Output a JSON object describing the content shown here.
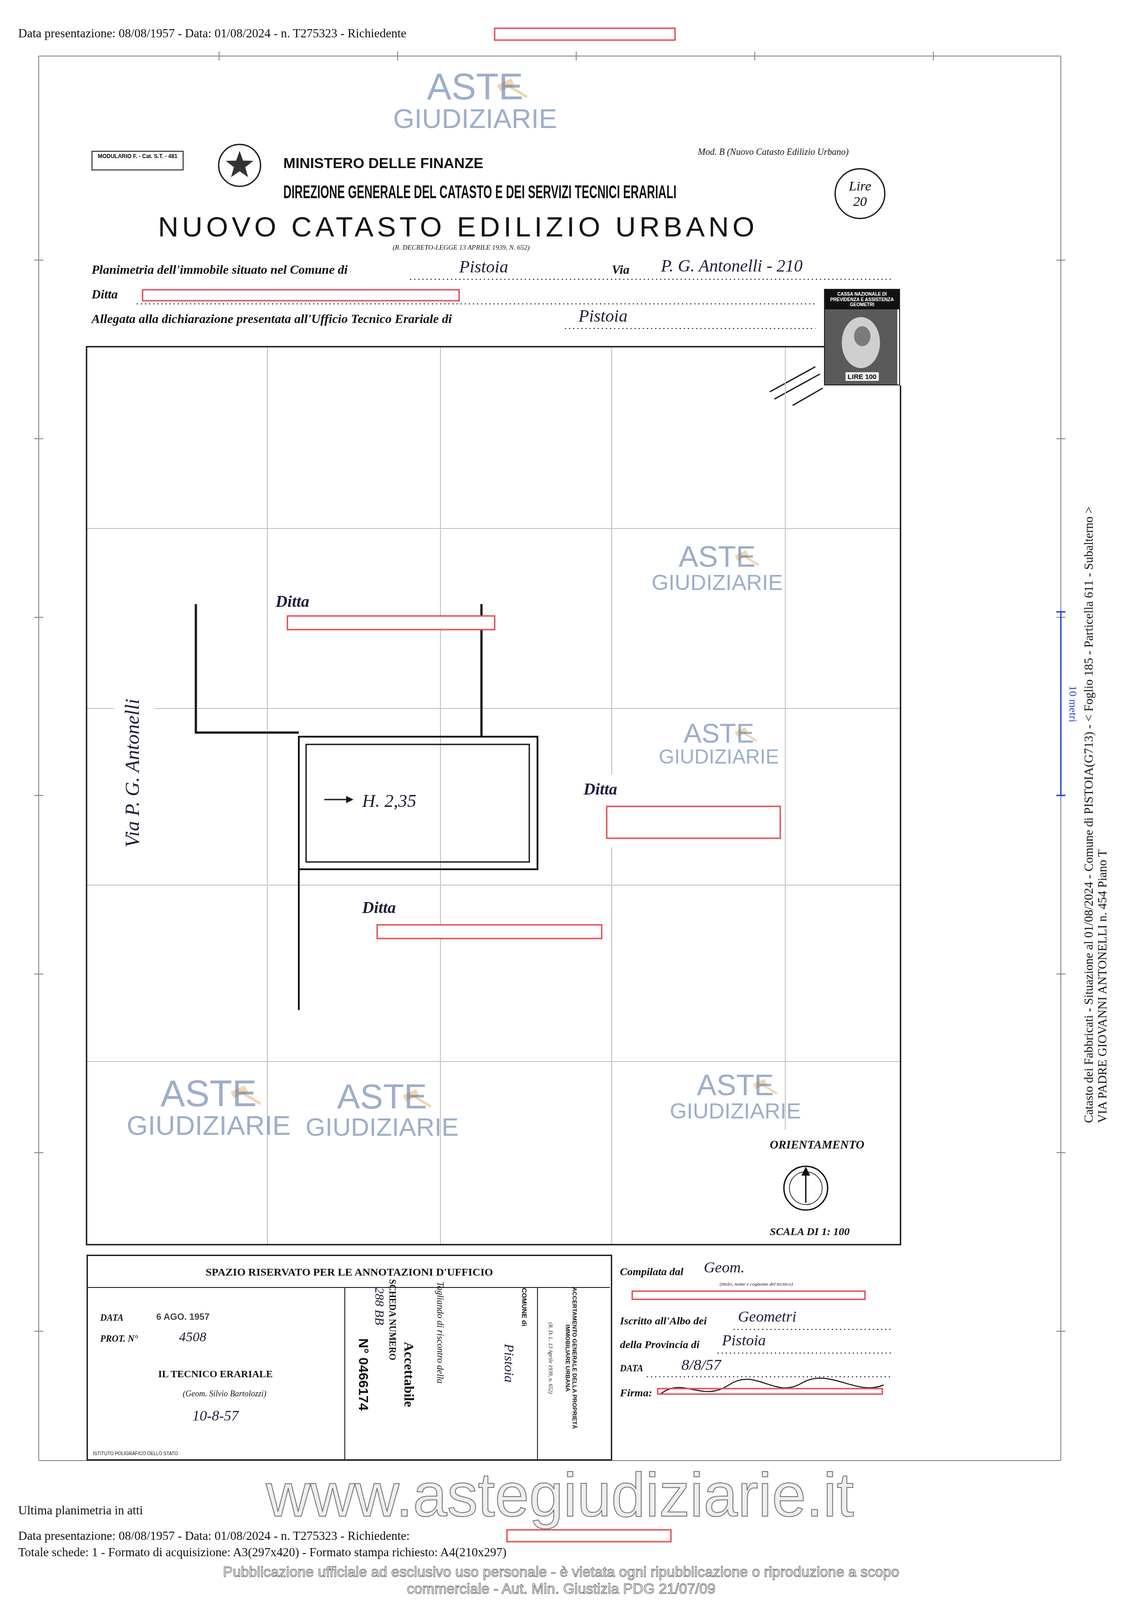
{
  "diagram": {
    "title": "NUOVO CATASTO EDILIZIO URBANO",
    "nodes": [
      {
        "text": [
          "MODULARIO F. - Cat. S.T. - 481"
        ]
      },
      {
        "text": [
          "Lire 20"
        ]
      },
      {
        "text": [
          "CASSA NAZIONALE DI PREVIDENZA E ASSISTENZA GEOMETRI",
          "LIRE 100"
        ]
      },
      {
        "text": [
          "H. 2,35"
        ]
      },
      {
        "text": [
          "SPAZIO RISERVATO PER LE ANNOTAZIONI D'UFFICIO",
          "DATA",
          "6 AGO. 1957",
          "PROT. N°",
          "4508",
          "IL TECNICO ERARIALE",
          "(Geom. Silvio Bartolozzi)",
          "10-8-57",
          "ISTITUTO POLIGRAFICO DELLO STATO",
          "N° 0466174",
          "SCHEDA NUMERO",
          "288 BB",
          "Accettabile",
          "Tagliando di riscontro della",
          "COMUNE di",
          "Pistoia",
          "ACCERTAMENTO GENERALE DELLA PROPRIETÀ IMMOBILIARE URBANA",
          "(R. D. L. 13 Aprile 1939, n. 652)"
        ]
      }
    ],
    "labels": [
      "Data presentazione: 08/08/1957 - Data: 01/08/2024 - n. T275323 - Richiedente",
      "MINISTERO DELLE FINANZE",
      "DIREZIONE GENERALE DEL CATASTO E DEI SERVIZI TECNICI ERARIALI",
      "Mod. B (Nuovo Catasto Edilizio Urbano)",
      "(R. DECRETO-LEGGE 13 APRILE 1939, N. 652)",
      "Planimetria dell'immobile situato nel Comune di",
      "Pistoia",
      "Via",
      "P. G. Antonelli - 210",
      "Ditta",
      "Allegata alla dichiarazione presentata all'Ufficio Tecnico Erariale di",
      "Pistoia",
      "Ditta",
      "Ditta",
      "Ditta",
      "Via P. G. Antonelli",
      "ORIENTAMENTO",
      "SCALA DI 1: 100",
      "Compilata dal",
      "Geom.",
      "(titolo, nome e cognome del tecnico)",
      "Iscritto all'Albo dei",
      "Geometri",
      "della Provincia di",
      "Pistoia",
      "DATA",
      "8/8/57",
      "Firma:",
      "Ultima planimetria in atti",
      "Data presentazione: 08/08/1957 - Data: 01/08/2024 - n. T275323 - Richiedente:",
      "Totale schede: 1 - Formato di acquisizione: A3(297x420) - Formato stampa richiesto: A4(210x297)",
      "Catasto dei Fabbricati - Situazione al 01/08/2024 - Comune di PISTOIA(G713) - < Foglio 185 - Particella 611 - Subalterno >",
      "VIA PADRE GIOVANNI ANTONELLI n. 454 Piano T",
      "10 metri",
      "ASTE GIUDIZIARIE",
      "ASTE GIUDIZIARIE",
      "ASTE GIUDIZIARIE",
      "ASTE GIUDIZIARIE",
      "ASTE GIUDIZIARIE",
      "ASTE GIUDIZIARIE",
      "www.astegiudiziarie.it",
      "Pubblicazione ufficiale ad esclusivo uso personale - è vietata ogni ripubblicazione o riproduzione a scopo commerciale - Aut. Min. Giustizia PDG 21/07/09"
    ]
  }
}
